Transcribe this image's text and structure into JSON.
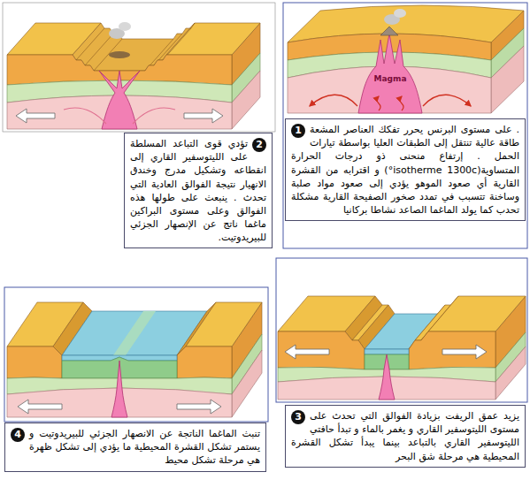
{
  "diagram": {
    "nodes": [
      {
        "text": [
          ". على مستوى البرنس يحرر تفكك العناصر المشعة طاقة عالية تنتقل إلى الطبقات العليا بواسطة تيارات الحمل . إرتفاع منحنى ذو درجات الحرارة المتساوية(isotherme 1300c°) و اقترابه من القشرة القارية أي صعود الموهو يؤدي إلى صعود مواد صلبة وساخنة تتسبب في تمدد صخور الصفيحة القارية مشكلة تحدب كما يولد الماغما الصاعد نشاطا بركانيا"
        ]
      },
      {
        "text": [
          "1"
        ],
        "in": 0
      },
      {
        "text": [
          "تؤدي قوى التباعد المسلطة على الليتوسفير القاري إلى انقطاعه وتشكيل مدرج وخندق الانهيار نتيجة الفوالق العادية التي تحدث . ينبعث على طولها هذه الفوالق وعلى مستوى البراكين ماغما ناتج عن الإنصهار الجزئي للبيريدوتيت."
        ]
      },
      {
        "text": [
          "2"
        ],
        "in": 2
      },
      {
        "text": [
          "يزيد عمق الريفت بزيادة الفوالق التي تحدث على مستوى الليتوسفير القاري و يغمر بالماء و تبدأ حافتي الليتوسفير القاري بالتباعد بينما يبدأ تشكل القشرة المحيطية هي مرحلة شق البحر"
        ]
      },
      {
        "text": [
          "3"
        ],
        "in": 4
      },
      {
        "text": [
          "تنبث الماغما الناتجة عن الانصهار الجزئي للبيريدوتيت و يستمر تشكل القشرة المحيطية ما يؤدي إلى تشكل ظهرة هي مرحلة تشكل محيط"
        ]
      },
      {
        "text": [
          "4"
        ],
        "in": 6
      }
    ],
    "labels": [
      "Magma"
    ]
  }
}
